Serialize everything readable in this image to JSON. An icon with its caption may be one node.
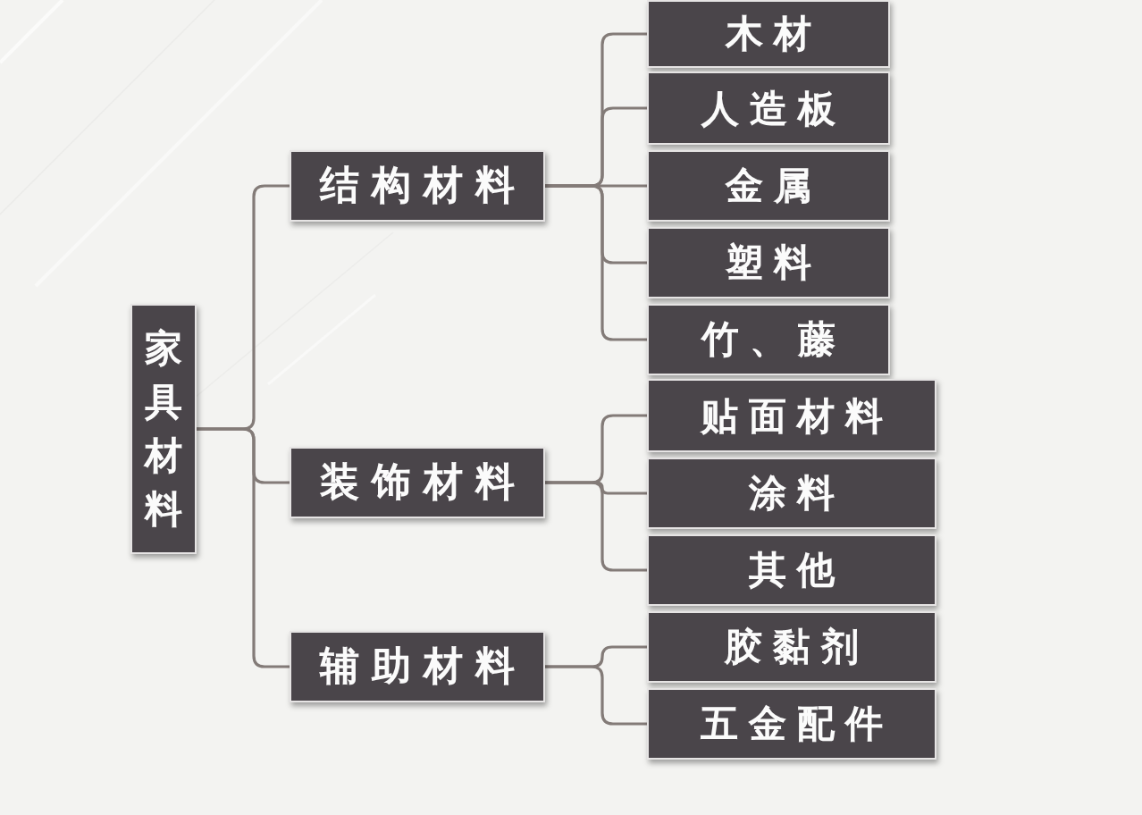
{
  "diagram": {
    "nodes": [
      {
        "text": [
          "家具材料"
        ]
      },
      {
        "text": [
          "结构材料"
        ]
      },
      {
        "text": [
          "装饰材料"
        ]
      },
      {
        "text": [
          "辅助材料"
        ]
      },
      {
        "text": [
          "木材"
        ]
      },
      {
        "text": [
          "人造板"
        ]
      },
      {
        "text": [
          "金属"
        ]
      },
      {
        "text": [
          "塑料"
        ]
      },
      {
        "text": [
          "竹、藤"
        ]
      },
      {
        "text": [
          "贴面材料"
        ]
      },
      {
        "text": [
          "涂料"
        ]
      },
      {
        "text": [
          "其他"
        ]
      },
      {
        "text": [
          "胶黏剂"
        ]
      },
      {
        "text": [
          "五金配件"
        ]
      }
    ],
    "edges": [
      {
        "from": 0,
        "to": 1,
        "arrow": "none"
      },
      {
        "from": 0,
        "to": 2,
        "arrow": "none"
      },
      {
        "from": 0,
        "to": 3,
        "arrow": "none"
      },
      {
        "from": 1,
        "to": 4,
        "arrow": "none"
      },
      {
        "from": 1,
        "to": 5,
        "arrow": "none"
      },
      {
        "from": 1,
        "to": 6,
        "arrow": "none"
      },
      {
        "from": 1,
        "to": 7,
        "arrow": "none"
      },
      {
        "from": 1,
        "to": 8,
        "arrow": "none"
      },
      {
        "from": 2,
        "to": 9,
        "arrow": "none"
      },
      {
        "from": 2,
        "to": 10,
        "arrow": "none"
      },
      {
        "from": 2,
        "to": 11,
        "arrow": "none"
      },
      {
        "from": 3,
        "to": 12,
        "arrow": "none"
      },
      {
        "from": 3,
        "to": 13,
        "arrow": "none"
      }
    ]
  }
}
